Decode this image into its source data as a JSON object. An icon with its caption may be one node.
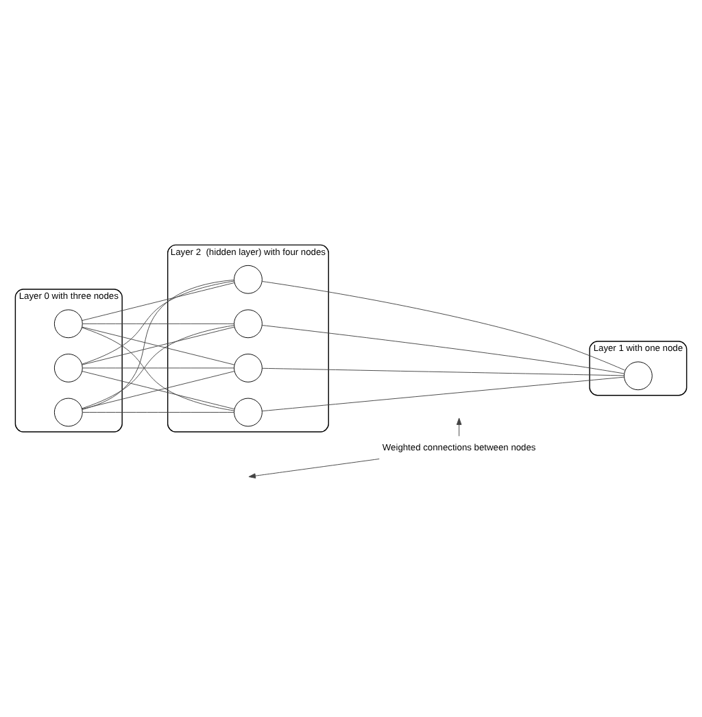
{
  "diagram": {
    "nodes": [
      {
        "text": [
          "Layer 0 with three nodes"
        ]
      },
      {
        "text": [],
        "shape": "circle",
        "in": 0
      },
      {
        "text": [],
        "shape": "circle",
        "in": 0
      },
      {
        "text": [],
        "shape": "circle",
        "in": 0
      },
      {
        "text": [
          "Layer 2  (hidden layer) with four nodes"
        ]
      },
      {
        "text": [],
        "shape": "circle",
        "in": 4
      },
      {
        "text": [],
        "shape": "circle",
        "in": 4
      },
      {
        "text": [],
        "shape": "circle",
        "in": 4
      },
      {
        "text": [],
        "shape": "circle",
        "in": 4
      },
      {
        "text": [
          "Layer 1 with one node"
        ]
      },
      {
        "text": [],
        "shape": "circle",
        "in": 9
      },
      {
        "text": [
          "Weighted connections between nodes"
        ]
      }
    ],
    "edges": [
      {
        "from": 1,
        "to": 5,
        "arrow": "none"
      },
      {
        "from": 1,
        "to": 6,
        "arrow": "none"
      },
      {
        "from": 1,
        "to": 7,
        "arrow": "none"
      },
      {
        "from": 1,
        "to": 8,
        "arrow": "none"
      },
      {
        "from": 2,
        "to": 5,
        "arrow": "none"
      },
      {
        "from": 2,
        "to": 6,
        "arrow": "none"
      },
      {
        "from": 2,
        "to": 7,
        "arrow": "none"
      },
      {
        "from": 2,
        "to": 8,
        "arrow": "none"
      },
      {
        "from": 3,
        "to": 5,
        "arrow": "none"
      },
      {
        "from": 3,
        "to": 6,
        "arrow": "none"
      },
      {
        "from": 3,
        "to": 7,
        "arrow": "none"
      },
      {
        "from": 3,
        "to": 8,
        "arrow": "none"
      },
      {
        "from": 5,
        "to": 10,
        "arrow": "none"
      },
      {
        "from": 6,
        "to": 10,
        "arrow": "none"
      },
      {
        "from": 7,
        "to": 10,
        "arrow": "none"
      },
      {
        "from": 8,
        "to": 10,
        "arrow": "none"
      },
      {
        "from": 11,
        "to": null,
        "arrow": "to"
      },
      {
        "from": 11,
        "to": null,
        "arrow": "to"
      }
    ]
  }
}
